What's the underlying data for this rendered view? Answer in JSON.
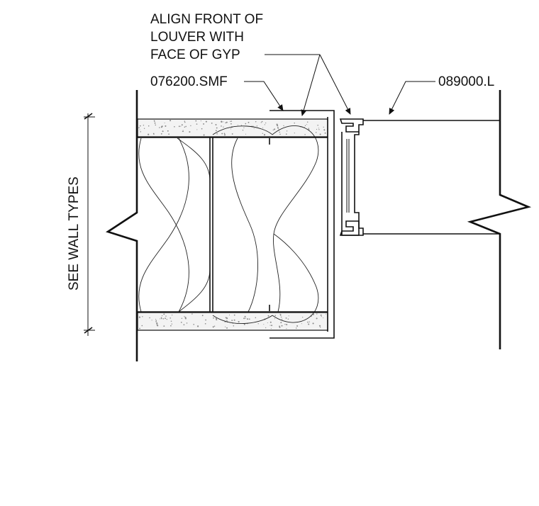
{
  "notes": {
    "align_line1": "ALIGN FRONT OF",
    "align_line2": "LOUVER WITH",
    "align_line3": "FACE OF GYP",
    "sheet_metal_ref": "076200.SMF",
    "louver_ref": "089000.L",
    "wall_types": "SEE WALL TYPES"
  },
  "colors": {
    "linework": "#111111",
    "gypsum_fill": "#f3f3f3"
  }
}
